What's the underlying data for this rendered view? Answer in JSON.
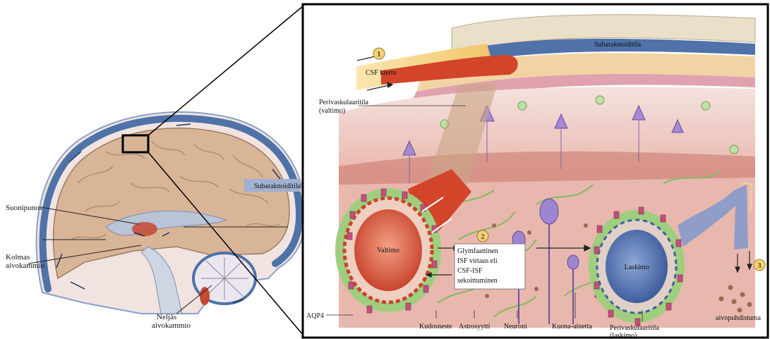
{
  "left_panel": {
    "labels": {
      "suonipunos": "Suonipunos",
      "subaraknoiditila": "Subaraknoiditila",
      "kolmas_1": "Kolmas",
      "kolmas_2": "aivokammio",
      "neljas_1": "Neljäs",
      "neljas_2": "aivokammio"
    }
  },
  "right_panel": {
    "steps": [
      "1",
      "2",
      "3"
    ],
    "labels": {
      "csf_kierto": "CSF kierto",
      "subaraknoiditila": "Subaraknoiditila",
      "perivask_valtimo_1": "Perivaskulaaritila",
      "perivask_valtimo_2": "(valtimo)",
      "valtimo": "Valtimo",
      "laskimo": "Laskimo",
      "glymf_1": "Glymfaattinen",
      "glymf_2": "ISF virtaus eli",
      "glymf_3": "CSF-ISF",
      "glymf_4": "sekoittuminen",
      "aqp4": "AQP4",
      "kudosneste": "Kudosneste",
      "astrosyytti": "Astrosyytti",
      "neuroni": "Neuroni",
      "kuona": "Kuona-ainetta",
      "perivask_laskimo_1": "Perivaskulaaritila",
      "perivask_laskimo_2": "(laskimo)",
      "aivopuhdistuma": "aivopuhdistuma"
    }
  },
  "colors": {
    "csf_blue": "#4f72a8",
    "brain_tan": "#d8b597",
    "artery_red": "#d2452b",
    "vein_blue": "#4e6fae",
    "astrocyte_green": "#8fbf6a",
    "tissue_pink": "#e9b9b2",
    "csf_yellow": "#f5d58a"
  }
}
